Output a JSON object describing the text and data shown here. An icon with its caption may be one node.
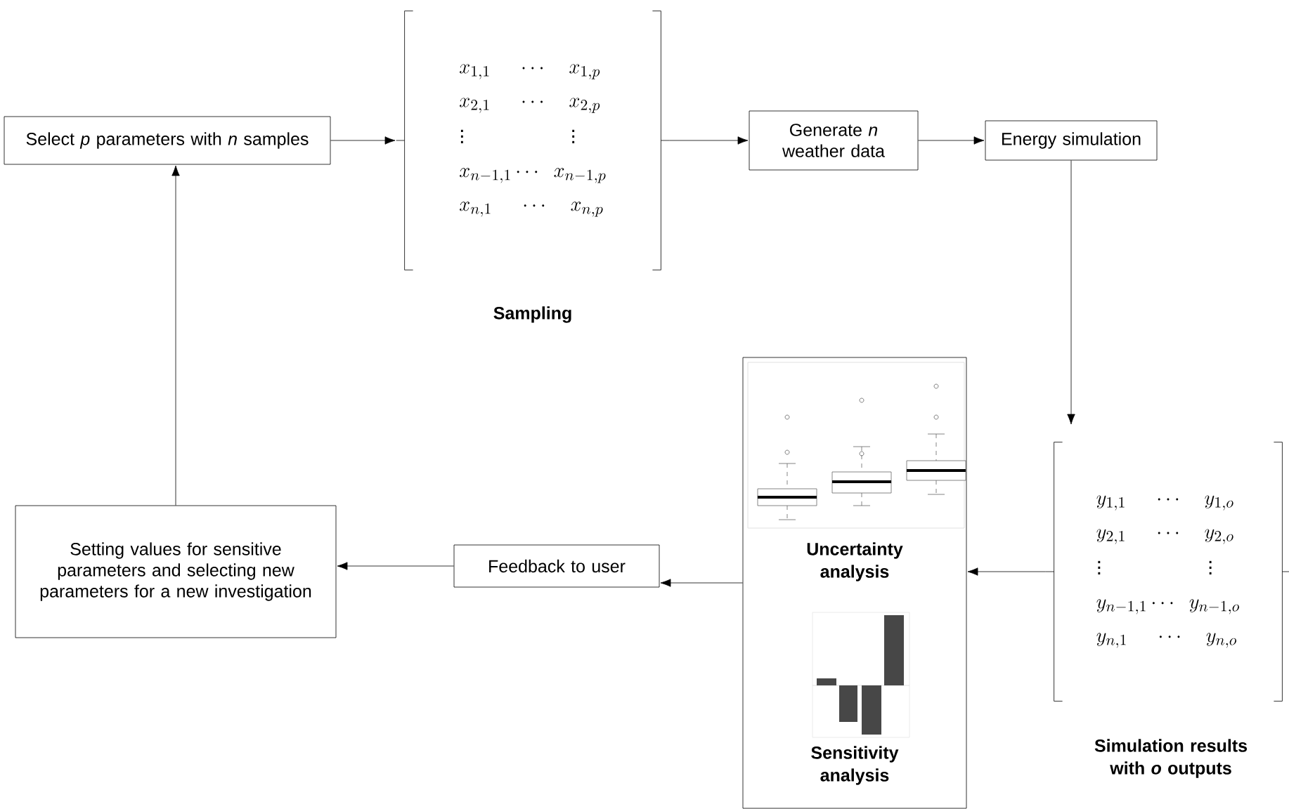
{
  "diagram": {
    "nodes": [
      {
        "text": [
          "Select *p* parameters with *n* samples"
        ]
      },
      {
        "text": [
          "x_{1,1} \\quad\\; \\cdots \\quad x_{1,p}",
          "x_{2,1} \\quad\\; \\cdots \\quad x_{2,p}",
          "\\vdots \\qquad\\qquad\\quad \\vdots",
          "x_{n-1,1} \\cdots \\;\\; x_{n-1,p}",
          "x_{n,1} \\quad\\; \\cdots \\quad x_{n,p}"
        ],
        "beside": [
          "Sampling"
        ]
      },
      {
        "text": [
          "Generate *n* weather data"
        ]
      },
      {
        "text": [
          "Energy simulation"
        ]
      },
      {
        "text": [
          "y_{1,1} \\quad\\; \\cdots \\quad y_{1,o}",
          "y_{2,1} \\quad\\; \\cdots \\quad y_{2,o}",
          "\\vdots \\qquad\\qquad\\quad \\vdots",
          "y_{n-1,1} \\cdots \\;\\; y_{n-1,o}",
          "y_{n,1} \\quad\\; \\cdots \\quad y_{n,o}"
        ],
        "beside": [
          "Simulation results with *o* outputs"
        ]
      },
      {
        "text": [
          "Uncertainty analysis",
          "Sensitivity analysis"
        ]
      },
      {
        "text": [
          "Feedback to user"
        ]
      },
      {
        "text": [
          "Setting values for sensitive parameters and selecting new parameters for a new investigation"
        ]
      }
    ],
    "edges": [
      {
        "from": 0,
        "to": 1,
        "arrow": "to"
      },
      {
        "from": 1,
        "to": 2,
        "arrow": "to"
      },
      {
        "from": 2,
        "to": 3,
        "arrow": "to"
      },
      {
        "from": 3,
        "to": 4,
        "arrow": "to"
      },
      {
        "from": 4,
        "to": 5,
        "arrow": "to"
      },
      {
        "from": 5,
        "to": 6,
        "arrow": "to"
      },
      {
        "from": 6,
        "to": 7,
        "arrow": "to"
      },
      {
        "from": 7,
        "to": 0,
        "arrow": "to"
      }
    ]
  }
}
